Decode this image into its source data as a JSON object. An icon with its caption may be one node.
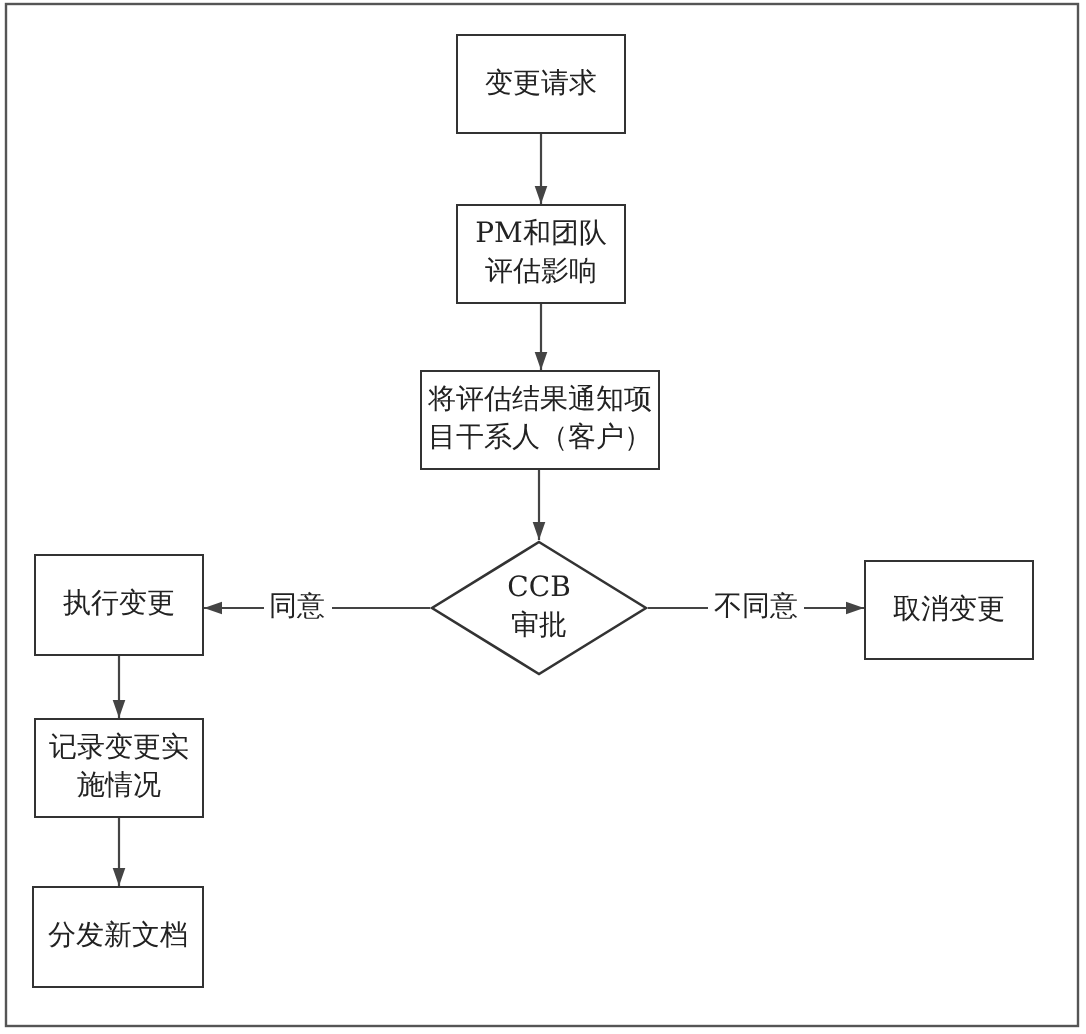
{
  "diagram": {
    "nodes": [
      {
        "text": [
          "变更请求"
        ]
      },
      {
        "text": [
          "PM和团队评估影响"
        ]
      },
      {
        "text": [
          "将评估结果通知项目干系人（客户）"
        ]
      },
      {
        "text": [
          "CCB审批"
        ]
      },
      {
        "text": [
          "执行变更"
        ]
      },
      {
        "text": [
          "取消变更"
        ]
      },
      {
        "text": [
          "记录变更实施情况"
        ]
      },
      {
        "text": [
          "分发新文档"
        ]
      }
    ],
    "edges": [
      {
        "from": 0,
        "to": 1,
        "arrow": "to"
      },
      {
        "from": 1,
        "to": 2,
        "arrow": "to"
      },
      {
        "from": 2,
        "to": 3,
        "arrow": "to"
      },
      {
        "from": 3,
        "to": 4,
        "arrow": "to",
        "label": "同意"
      },
      {
        "from": 3,
        "to": 5,
        "arrow": "to",
        "label": "不同意"
      },
      {
        "from": 4,
        "to": 6,
        "arrow": "to"
      },
      {
        "from": 6,
        "to": 7,
        "arrow": "to"
      }
    ]
  }
}
